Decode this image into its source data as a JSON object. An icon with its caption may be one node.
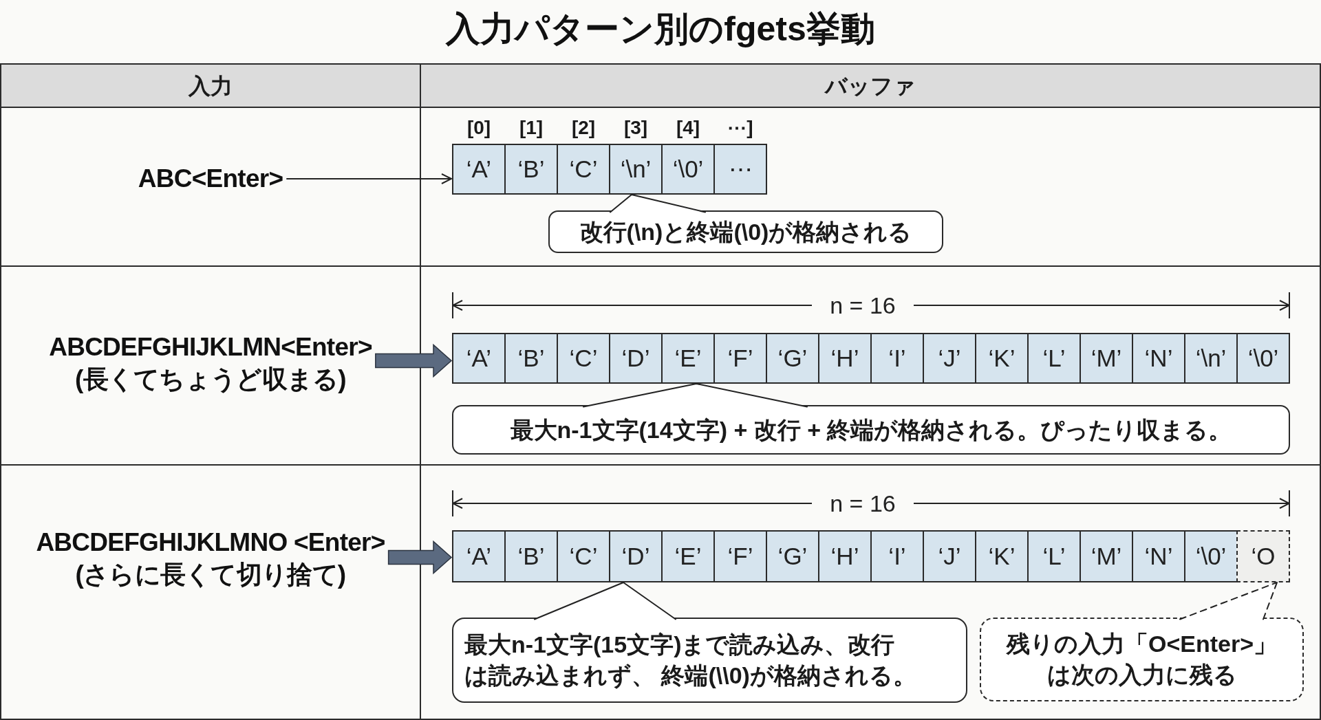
{
  "diagram": {
    "title": "入力パターン別のfgets挙動",
    "nodes": [
      {
        "text": [
          "ABC<Enter>"
        ]
      },
      {
        "text": [
          "‘A’"
        ]
      },
      {
        "text": [
          "‘B’"
        ]
      },
      {
        "text": [
          "‘C’"
        ]
      },
      {
        "text": [
          "‘\\n’"
        ]
      },
      {
        "text": [
          "‘\\0’"
        ]
      },
      {
        "text": [
          "⋯"
        ]
      },
      {
        "text": [
          "改行(\\n)と終端(\\0)が格納される"
        ]
      },
      {
        "text": [
          "ABCDEFGHIJKLMN<Enter>",
          "(長くてちょうど収まる)"
        ]
      },
      {
        "text": [
          "‘A’"
        ]
      },
      {
        "text": [
          "‘B’"
        ]
      },
      {
        "text": [
          "‘C’"
        ]
      },
      {
        "text": [
          "‘D’"
        ]
      },
      {
        "text": [
          "‘E’"
        ]
      },
      {
        "text": [
          "‘F’"
        ]
      },
      {
        "text": [
          "‘G’"
        ]
      },
      {
        "text": [
          "‘H’"
        ]
      },
      {
        "text": [
          "‘I’"
        ]
      },
      {
        "text": [
          "‘J’"
        ]
      },
      {
        "text": [
          "‘K’"
        ]
      },
      {
        "text": [
          "‘L’"
        ]
      },
      {
        "text": [
          "‘M’"
        ]
      },
      {
        "text": [
          "‘N’"
        ]
      },
      {
        "text": [
          "‘\\n’"
        ]
      },
      {
        "text": [
          "‘\\0’"
        ]
      },
      {
        "text": [
          "最大n-1文字(14文字) + 改行 + 終端が格納される。ぴったり収まる。"
        ]
      },
      {
        "text": [
          "ABCDEFGHIJKLMNO <Enter>",
          "(さらに長くて切り捨て)"
        ]
      },
      {
        "text": [
          "‘A’"
        ]
      },
      {
        "text": [
          "‘B’"
        ]
      },
      {
        "text": [
          "‘C’"
        ]
      },
      {
        "text": [
          "‘D’"
        ]
      },
      {
        "text": [
          "‘E’"
        ]
      },
      {
        "text": [
          "‘F’"
        ]
      },
      {
        "text": [
          "‘G’"
        ]
      },
      {
        "text": [
          "‘H’"
        ]
      },
      {
        "text": [
          "‘I’"
        ]
      },
      {
        "text": [
          "‘J’"
        ]
      },
      {
        "text": [
          "‘K’"
        ]
      },
      {
        "text": [
          "‘L’"
        ]
      },
      {
        "text": [
          "‘M’"
        ]
      },
      {
        "text": [
          "‘N’"
        ]
      },
      {
        "text": [
          "‘\\0’"
        ]
      },
      {
        "text": [
          "‘O"
        ]
      },
      {
        "text": [
          "最大n-1文字(15文字)まで読み込み、改行は読み込まれず、 終端(\\\\0)が格納される。"
        ]
      },
      {
        "text": [
          "残りの入力「O<Enter>」は次の入力に残る"
        ]
      }
    ],
    "edges": [
      {
        "from": 0,
        "to": 1,
        "arrow": "to"
      },
      {
        "from": 7,
        "to": 4,
        "arrow": "none"
      },
      {
        "from": 8,
        "to": 9,
        "arrow": "to",
        "style": "thick",
        "color": "#5b6a80"
      },
      {
        "from": 25,
        "to": 13,
        "arrow": "none"
      },
      {
        "from": 26,
        "to": 27,
        "arrow": "to",
        "style": "thick",
        "color": "#5b6a80"
      },
      {
        "from": 43,
        "to": 30,
        "arrow": "none"
      },
      {
        "from": 44,
        "to": 42,
        "arrow": "none",
        "style": "dashed"
      }
    ],
    "labels": [
      "入力",
      "バッファ",
      "[0]",
      "[1]",
      "[2]",
      "[3]",
      "[4]",
      "⋯]",
      "n = 16",
      "n = 16"
    ]
  }
}
